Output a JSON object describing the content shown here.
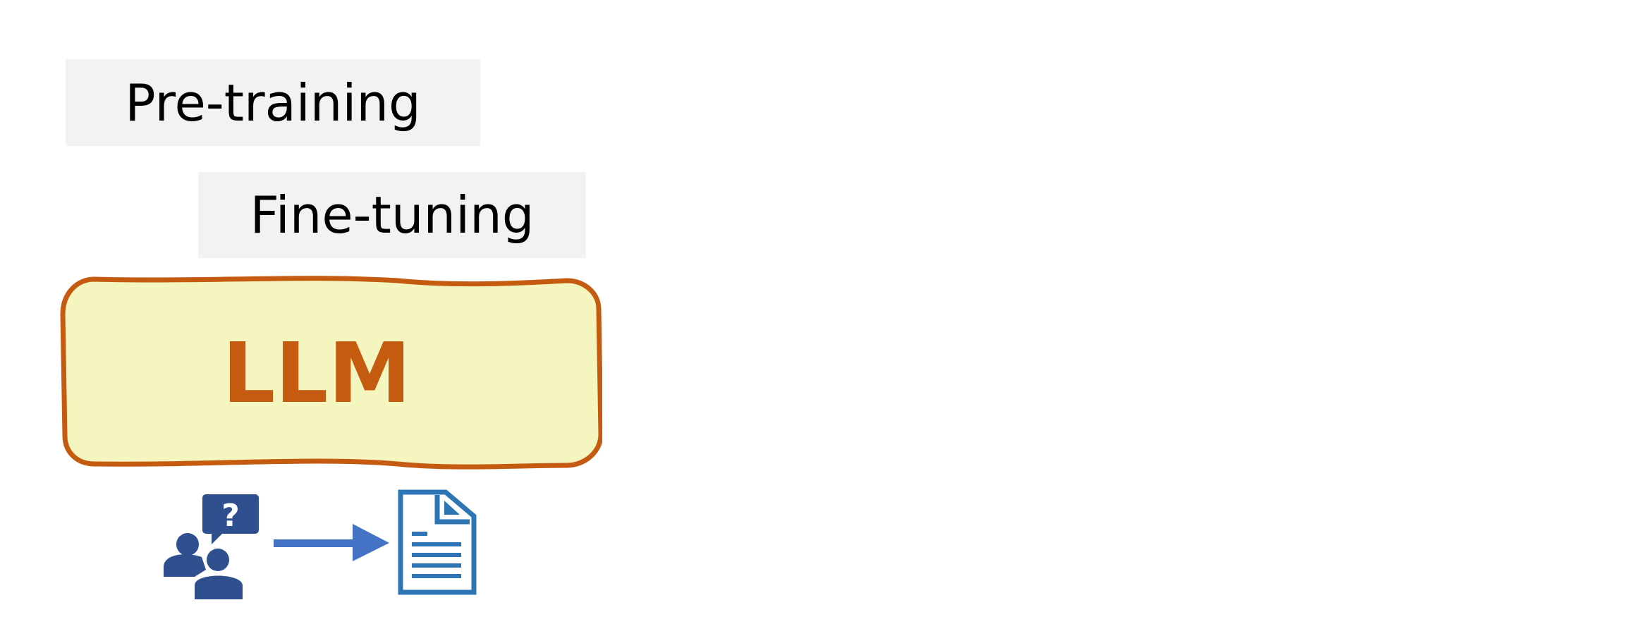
{
  "stages": {
    "pretraining": "Pre-training",
    "finetuning": "Fine-tuning"
  },
  "model": {
    "label": "LLM"
  },
  "icons": {
    "users": "users-question-icon",
    "arrow": "arrow-right-icon",
    "document": "document-icon"
  },
  "colors": {
    "stage_box_fill": "#f2f2f2",
    "llm_fill": "#f5f5c0",
    "llm_border": "#c55a11",
    "llm_text": "#c55a11",
    "users_icon": "#2f4f8f",
    "arrow": "#4472c4",
    "document": "#2e75b6"
  }
}
